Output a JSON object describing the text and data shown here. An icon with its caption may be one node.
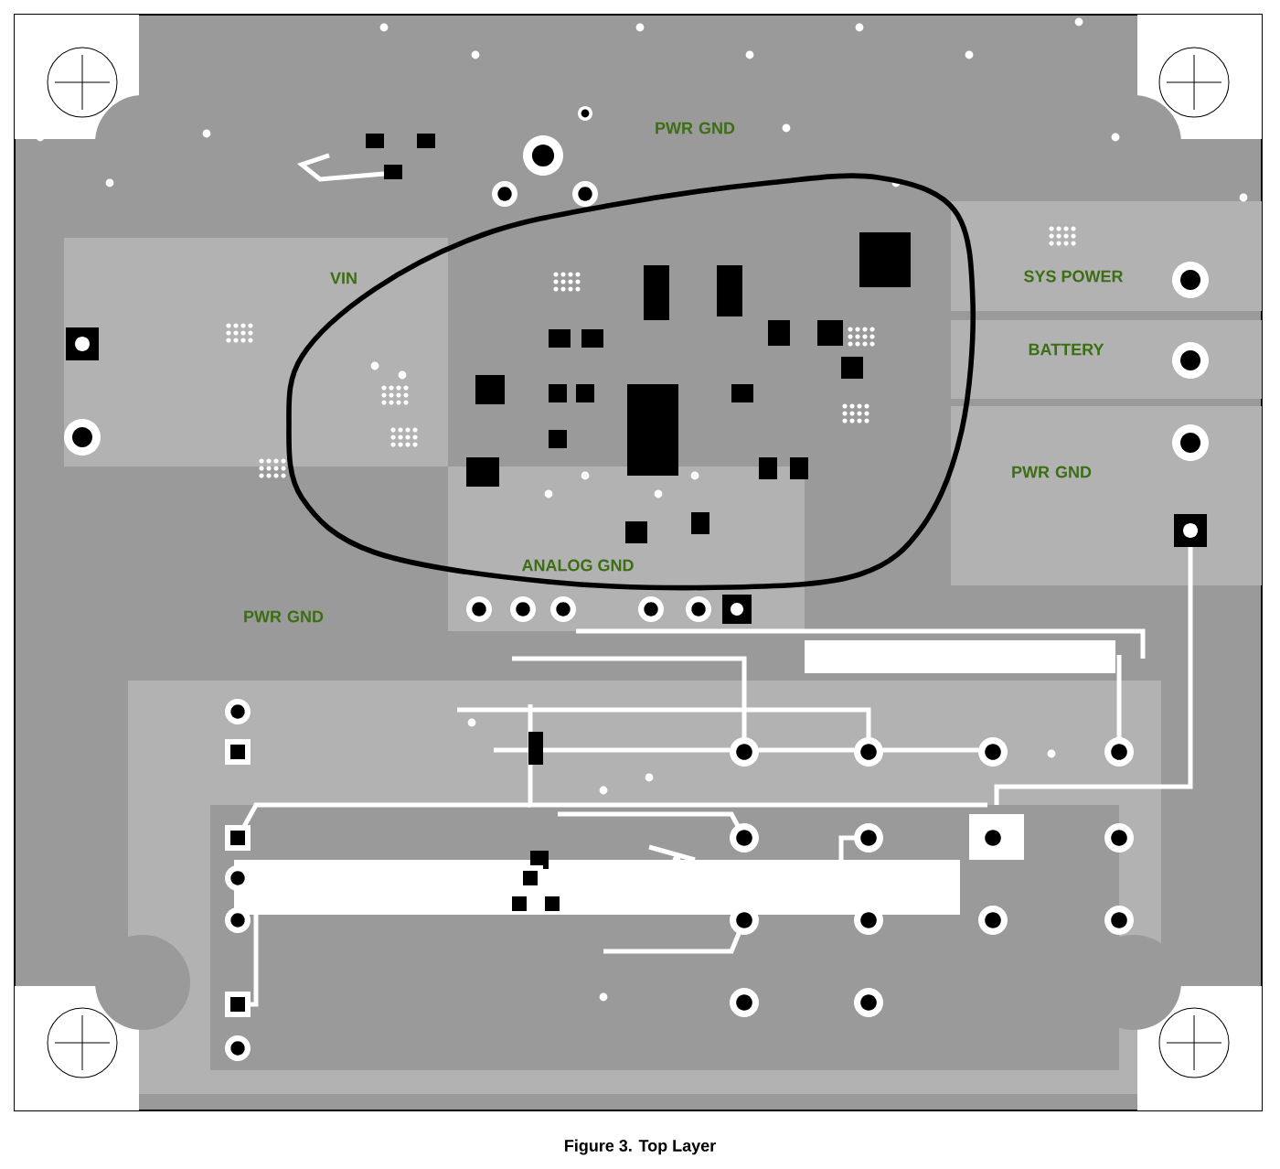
{
  "diagram": {
    "caption": "Figure 3. Top Layer",
    "labels": [
      "PWR GND",
      "VIN",
      "SYS POWER",
      "BATTERY",
      "PWR GND",
      "ANALOG GND",
      "PWR GND"
    ]
  }
}
